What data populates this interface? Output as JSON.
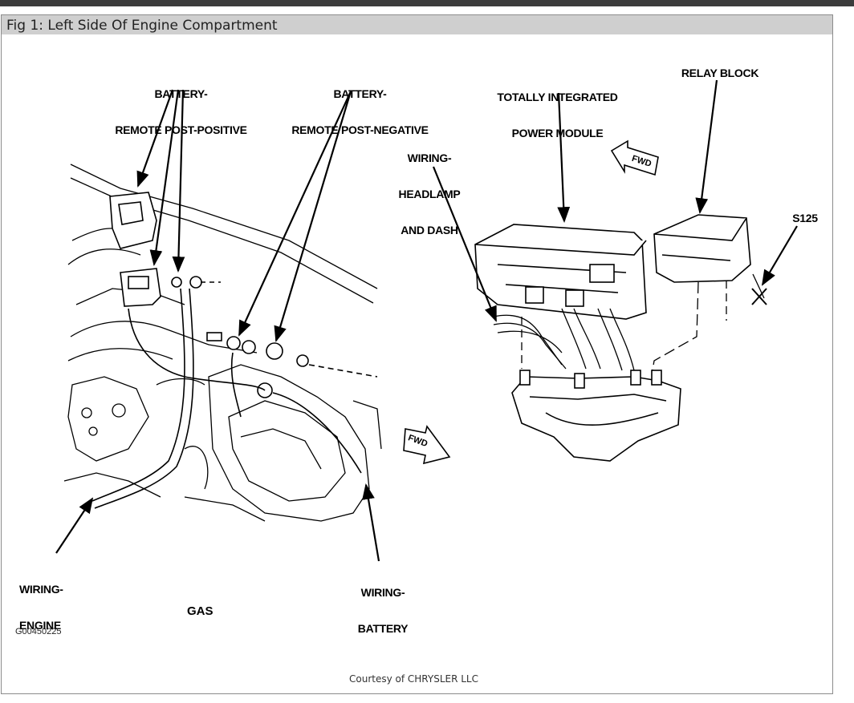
{
  "figure": {
    "caption": "Fig 1: Left Side Of Engine Compartment",
    "credit": "Courtesy of CHRYSLER LLC",
    "image_code": "G00450225",
    "variant_label": "GAS"
  },
  "labels": {
    "battery_pos_line1": "BATTERY-",
    "battery_pos_line2": "REMOTE POST-POSITIVE",
    "battery_neg_line1": "BATTERY-",
    "battery_neg_line2": "REMOTE POST-NEGATIVE",
    "tipm_line1": "TOTALLY INTEGRATED",
    "tipm_line2": "POWER MODULE",
    "relay_block": "RELAY BLOCK",
    "headlamp_line1": "WIRING-",
    "headlamp_line2": "HEADLAMP",
    "headlamp_line3": "AND DASH",
    "s125": "S125",
    "engine_line1": "WIRING-",
    "engine_line2": "ENGINE",
    "battery_wiring_line1": "WIRING-",
    "battery_wiring_line2": "BATTERY",
    "fwd_arrow": "FWD"
  },
  "icons": [
    "fwd-arrow-icon"
  ]
}
